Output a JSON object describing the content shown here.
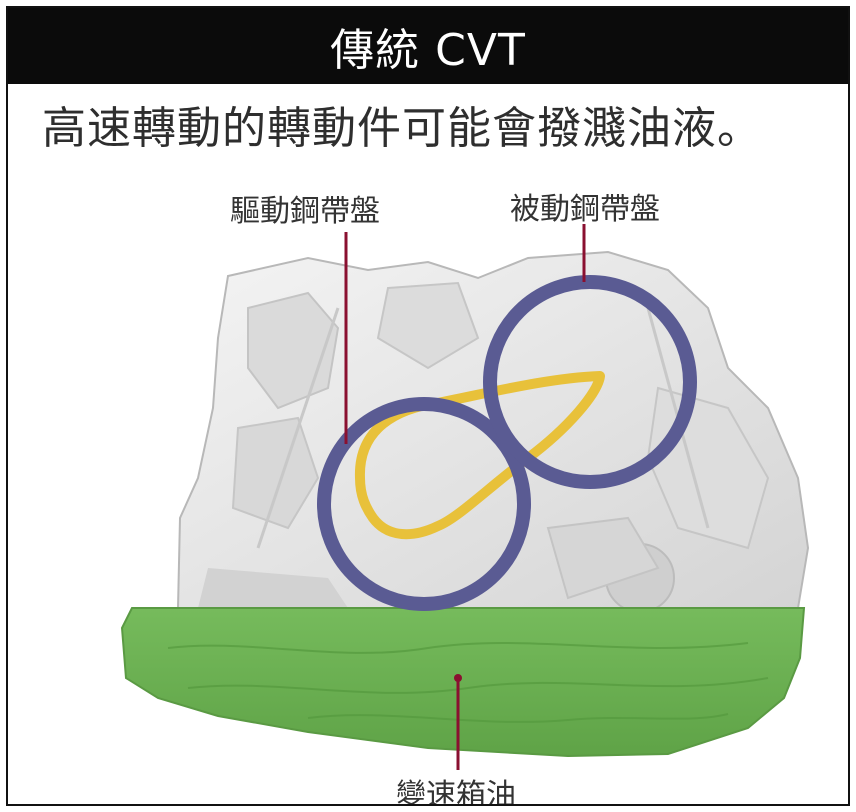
{
  "title": "傳統 CVT",
  "subtitle": "高速轉動的轉動件可能會撥濺油液。",
  "labels": {
    "drive_pulley": "驅動鋼帶盤",
    "driven_pulley": "被動鋼帶盤",
    "transmission_oil": "變速箱油"
  },
  "colors": {
    "title_bg": "#0b0b0b",
    "pulley_ring": "#5a5b93",
    "belt": "#e8c13a",
    "oil": "#6db254",
    "pointer_line": "#8a1030",
    "housing": "#e6e6e6"
  }
}
